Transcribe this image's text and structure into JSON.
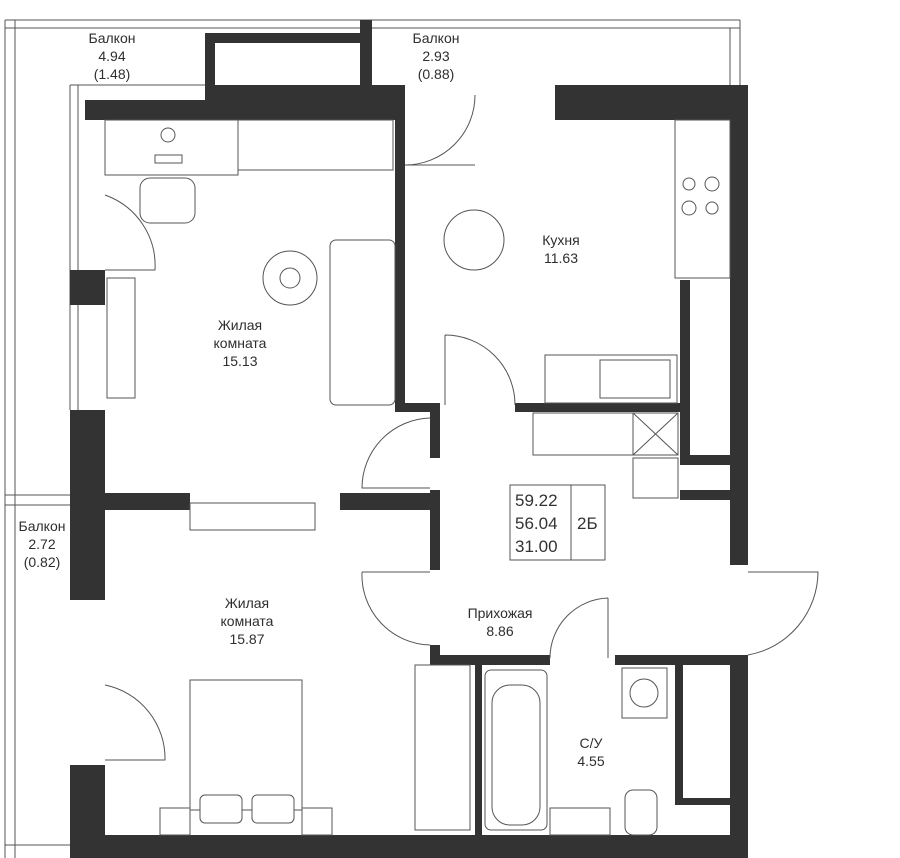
{
  "plan": {
    "wall_color": "#333333",
    "rooms": [
      {
        "name": "Балкон",
        "area": "4.94",
        "reduced": "(1.48)"
      },
      {
        "name": "Балкон",
        "area": "2.93",
        "reduced": "(0.88)"
      },
      {
        "name": "Балкон",
        "area": "2.72",
        "reduced": "(0.82)"
      },
      {
        "name": "Кухня",
        "area": "11.63"
      },
      {
        "name_line1": "Жилая",
        "name_line2": "комната",
        "area": "15.13"
      },
      {
        "name_line1": "Жилая",
        "name_line2": "комната",
        "area": "15.87"
      },
      {
        "name": "Прихожая",
        "area": "8.86"
      },
      {
        "name": "С/У",
        "area": "4.55"
      }
    ],
    "summary": {
      "total_area": "59.22",
      "area_without_balconies": "56.04",
      "living_area": "31.00",
      "type": "2Б"
    }
  }
}
